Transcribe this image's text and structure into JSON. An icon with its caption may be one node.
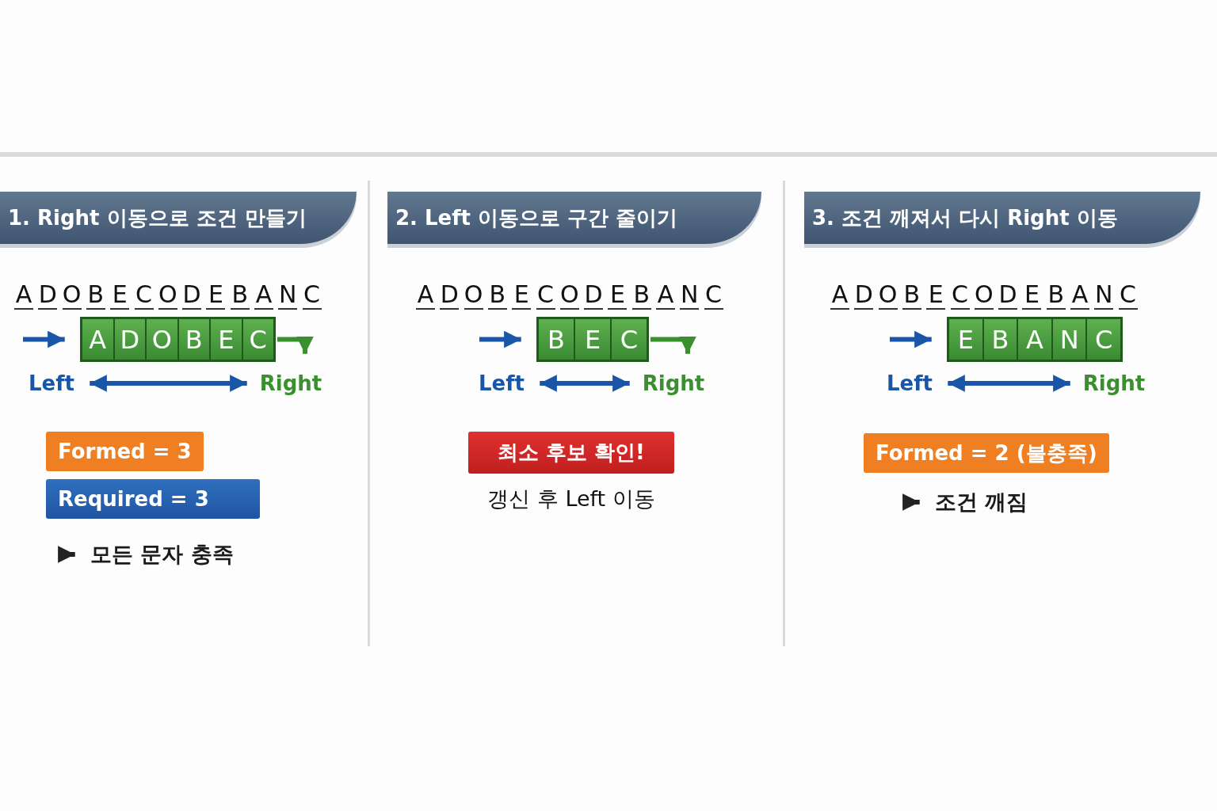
{
  "diagram": {
    "nodes": [
      {
        "text": [
          "1. Right 이동으로 조건 만들기"
        ]
      },
      {
        "text": [],
        "shape": "box"
      },
      {
        "text": [
          "A"
        ],
        "in": 1
      },
      {
        "text": [
          "D"
        ],
        "in": 1
      },
      {
        "text": [
          "O"
        ],
        "in": 1
      },
      {
        "text": [
          "B"
        ],
        "in": 1
      },
      {
        "text": [
          "E"
        ],
        "in": 1
      },
      {
        "text": [
          "C"
        ],
        "in": 1
      },
      {
        "text": [
          "Left"
        ]
      },
      {
        "text": [
          "Right"
        ]
      },
      {
        "text": [
          "Formed = 3"
        ]
      },
      {
        "text": [
          "Required = 3"
        ]
      },
      {
        "text": [
          "모든 문자 충족"
        ]
      },
      {
        "text": [
          "2. Left 이동으로 구간 줄이기"
        ]
      },
      {
        "text": [],
        "shape": "box"
      },
      {
        "text": [
          "B"
        ],
        "in": 14
      },
      {
        "text": [
          "E"
        ],
        "in": 14
      },
      {
        "text": [
          "C"
        ],
        "in": 14
      },
      {
        "text": [
          "Left"
        ]
      },
      {
        "text": [
          "Right"
        ]
      },
      {
        "text": [
          "최소 후보 확인!"
        ],
        "beside": [
          "갱신 후 Left 이동"
        ]
      },
      {
        "text": [
          "3. 조건 깨져서 다시 Right 이동"
        ]
      },
      {
        "text": [],
        "shape": "box"
      },
      {
        "text": [
          "E"
        ],
        "in": 22
      },
      {
        "text": [
          "B"
        ],
        "in": 22
      },
      {
        "text": [
          "A"
        ],
        "in": 22
      },
      {
        "text": [
          "N"
        ],
        "in": 22
      },
      {
        "text": [
          "C"
        ],
        "in": 22
      },
      {
        "text": [
          "Left"
        ]
      },
      {
        "text": [
          "Right"
        ]
      },
      {
        "text": [
          "Formed = 2 (불충족)"
        ]
      },
      {
        "text": [
          "조건 깨짐"
        ]
      }
    ],
    "edges": [
      {
        "from": null,
        "to": 1,
        "arrow": "to"
      },
      {
        "from": 1,
        "to": 9,
        "arrow": "to",
        "color": "#3a8f2e"
      },
      {
        "from": 8,
        "to": 9,
        "arrow": "both"
      },
      {
        "from": null,
        "to": 12,
        "arrow": "to",
        "color": "#222222"
      },
      {
        "from": null,
        "to": 14,
        "arrow": "to"
      },
      {
        "from": 14,
        "to": 19,
        "arrow": "to",
        "color": "#3a8f2e"
      },
      {
        "from": 18,
        "to": 19,
        "arrow": "both"
      },
      {
        "from": null,
        "to": 22,
        "arrow": "to"
      },
      {
        "from": 28,
        "to": 29,
        "arrow": "both"
      },
      {
        "from": null,
        "to": 31,
        "arrow": "to",
        "color": "#222222"
      }
    ],
    "labels": [
      "A",
      "D",
      "O",
      "B",
      "E",
      "C",
      "O",
      "D",
      "E",
      "B",
      "A",
      "N",
      "C",
      "A",
      "D",
      "O",
      "B",
      "E",
      "C",
      "O",
      "D",
      "E",
      "B",
      "A",
      "N",
      "C",
      "A",
      "D",
      "O",
      "B",
      "E",
      "C",
      "O",
      "D",
      "E",
      "B",
      "A",
      "N",
      "C"
    ]
  }
}
